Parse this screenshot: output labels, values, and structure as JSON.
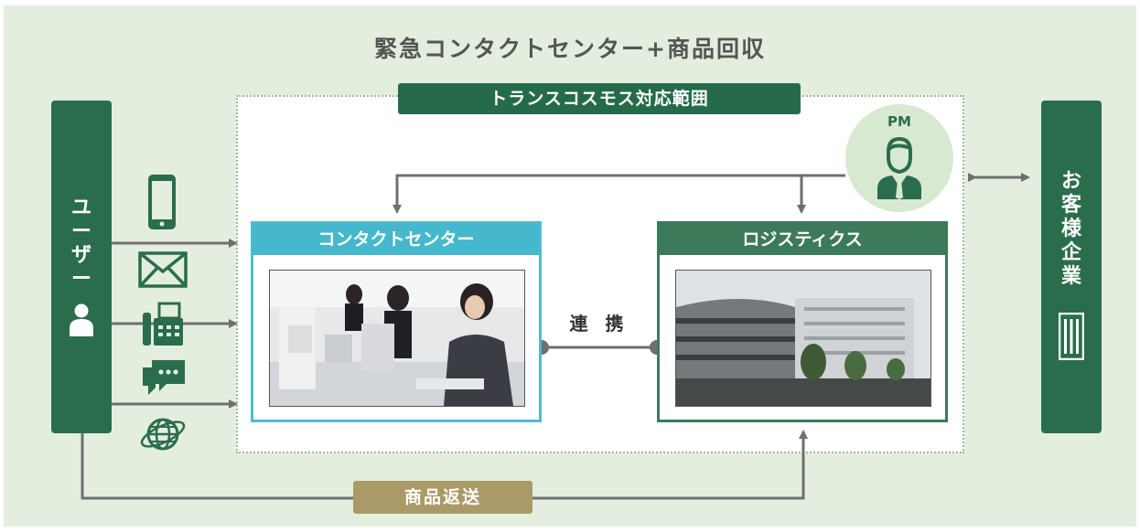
{
  "title": "緊急コンタクトセンター+商品回収",
  "scope_label": "トランスコスモス対応範囲",
  "user": {
    "label": [
      "ユ",
      "ー",
      "ザ",
      "ー"
    ]
  },
  "client": {
    "label": [
      "お",
      "客",
      "様",
      "企",
      "業"
    ]
  },
  "contact_center": {
    "title": "コンタクトセンター"
  },
  "logistics": {
    "title": "ロジスティクス"
  },
  "link_label": "連 携",
  "pm": {
    "label": "PM"
  },
  "return_label": "商品返送",
  "channel_icons": [
    "phone-icon",
    "mail-icon",
    "fax-icon",
    "chat-icon",
    "web-icon"
  ],
  "colors": {
    "background": "#e4eedf",
    "primary_green": "#2a6d4c",
    "contact_center": "#45b8cd",
    "logistics": "#3d7a5a",
    "return_gold": "#a99a68",
    "arrow_gray": "#6f6f6f"
  }
}
